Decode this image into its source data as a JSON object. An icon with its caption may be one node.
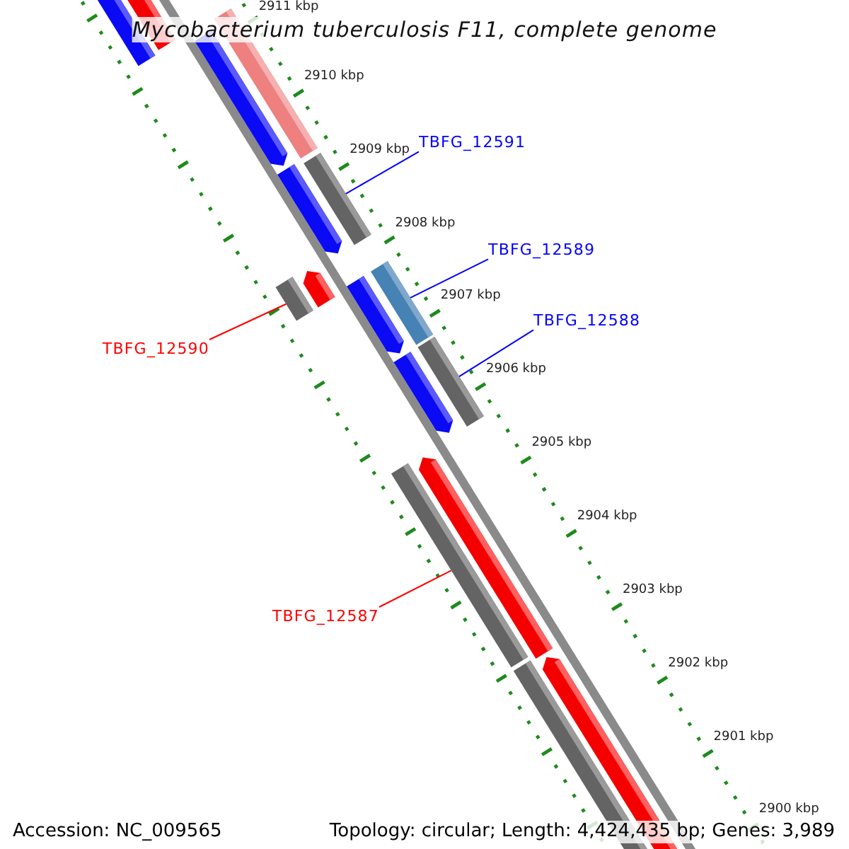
{
  "diagram": {
    "title": "Mycobacterium tuberculosis F11, complete genome",
    "nodes": [
      {
        "text": [
          "TBFG_12591"
        ]
      },
      {
        "text": [
          "TBFG_12589"
        ]
      },
      {
        "text": [
          "TBFG_12588"
        ]
      },
      {
        "text": [
          "TBFG_12590"
        ]
      },
      {
        "text": [
          "TBFG_12587"
        ]
      },
      {
        "text": [],
        "shape": "bar"
      },
      {
        "text": [],
        "shape": "bar"
      },
      {
        "text": [],
        "shape": "bar"
      },
      {
        "text": [],
        "shape": "bar"
      },
      {
        "text": [],
        "shape": "bar"
      }
    ],
    "edges": [
      {
        "from": 0,
        "to": 5,
        "arrow": "none"
      },
      {
        "from": 1,
        "to": 7,
        "arrow": "none"
      },
      {
        "from": 2,
        "to": 8,
        "arrow": "none"
      },
      {
        "from": 3,
        "to": 6,
        "arrow": "none",
        "color": "#ff0000"
      },
      {
        "from": 4,
        "to": 9,
        "arrow": "none",
        "color": "#ff0000"
      }
    ],
    "labels": [
      "2911 kbp",
      "2910 kbp",
      "2909 kbp",
      "2908 kbp",
      "2907 kbp",
      "2906 kbp",
      "2905 kbp",
      "2904 kbp",
      "2903 kbp",
      "2902 kbp",
      "2901 kbp",
      "2900 kbp",
      "Accession: NC_009565",
      "Topology: circular; Length: 4,424,435 bp; Genes: 3,989"
    ]
  }
}
